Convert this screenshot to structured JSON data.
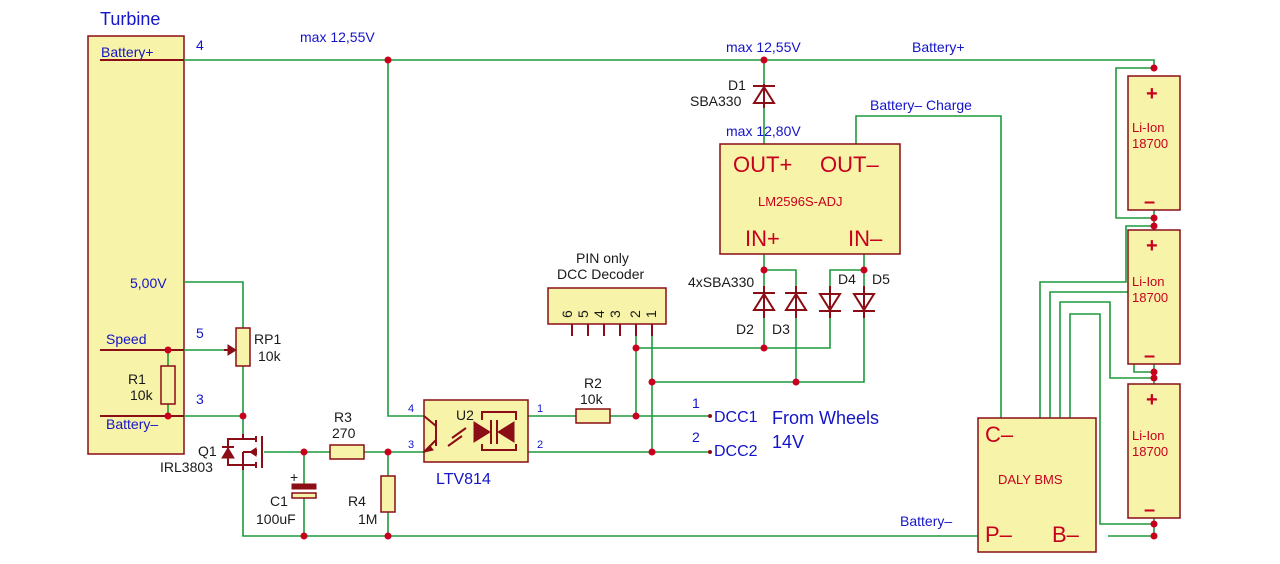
{
  "colors": {
    "wire": "#1e9a3c",
    "device": "#8b0d16",
    "label": "#1414c8",
    "part_text": "#c8001e",
    "box_fill": "#f7f3a8"
  },
  "turbine": {
    "title": "Turbine",
    "battery_plus": "Battery+",
    "pin_battery_plus": "4",
    "v5": "5,00V",
    "speed": "Speed",
    "pin_speed": "5",
    "battery_minus": "Battery–",
    "pin_battery_minus": "3"
  },
  "voltages": {
    "max_in": "max 12,55V",
    "max_top": "max 12,55V",
    "max_out": "max 12,80V"
  },
  "nets": {
    "battery_plus": "Battery+",
    "battery_minus_charge": "Battery– Charge",
    "battery_minus": "Battery–"
  },
  "components": {
    "d1_ref": "D1",
    "d1_val": "SBA330",
    "rp1_ref": "RP1",
    "rp1_val": "10k",
    "r1_ref": "R1",
    "r1_val": "10k",
    "q1_ref": "Q1",
    "q1_val": "IRL3803",
    "r3_ref": "R3",
    "r3_val": "270",
    "c1_ref": "C1",
    "c1_val": "100uF",
    "r4_ref": "R4",
    "r4_val": "1M",
    "u2_ref": "U2",
    "u2_val": "LTV814",
    "r2_ref": "R2",
    "r2_val": "10k",
    "bridge_val": "4xSBA330",
    "d2_ref": "D2",
    "d3_ref": "D3",
    "d4_ref": "D4",
    "d5_ref": "D5",
    "u2_pin1": "1",
    "u2_pin2": "2",
    "u2_pin3": "3",
    "u2_pin4": "4",
    "cap_plus": "+"
  },
  "converter": {
    "out_plus": "OUT+",
    "out_minus": "OUT–",
    "name": "LM2596S-ADJ",
    "in_plus": "IN+",
    "in_minus": "IN–"
  },
  "connector": {
    "title_line1": "PIN only",
    "title_line2": "DCC Decoder",
    "pins": [
      "6",
      "5",
      "4",
      "3",
      "2",
      "1"
    ]
  },
  "dcc": {
    "pin1": "1",
    "dcc1": "DCC1",
    "pin2": "2",
    "dcc2": "DCC2",
    "from_wheels": "From Wheels",
    "voltage": "14V"
  },
  "bms": {
    "c_minus": "C–",
    "name": "DALY BMS",
    "p_minus": "P–",
    "b_minus": "B–"
  },
  "cells": [
    {
      "plus": "+",
      "type": "Li-Ion",
      "size": "18700",
      "minus": "–"
    },
    {
      "plus": "+",
      "type": "Li-Ion",
      "size": "18700",
      "minus": "–"
    },
    {
      "plus": "+",
      "type": "Li-Ion",
      "size": "18700",
      "minus": "–"
    }
  ]
}
